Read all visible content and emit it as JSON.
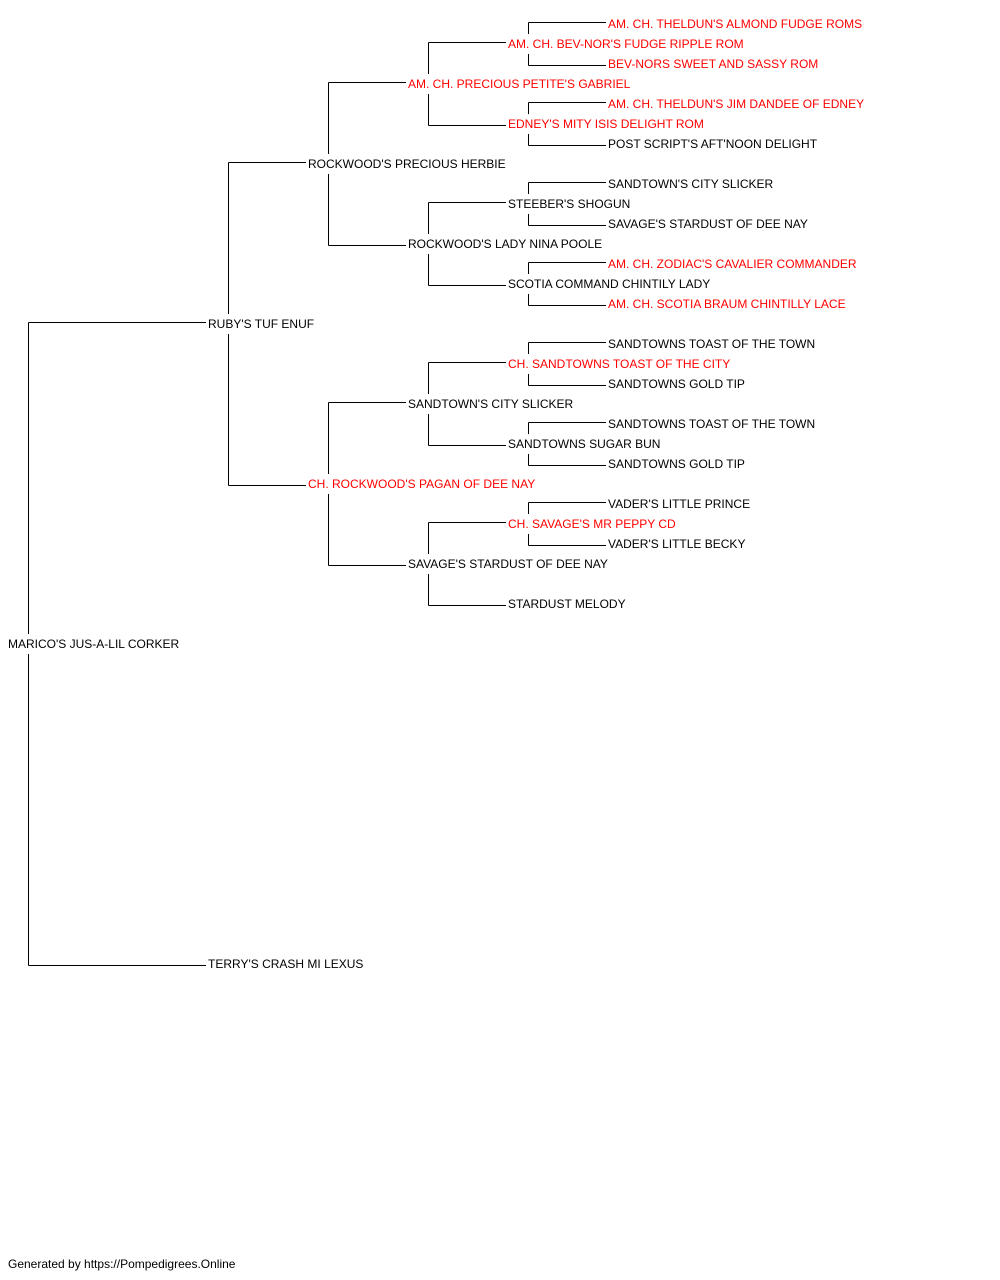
{
  "colors": {
    "normal_text": "#000000",
    "champion_text": "#ff0000",
    "line": "#000000",
    "background": "#ffffff"
  },
  "pedigree": {
    "subject": {
      "name": "MARICO'S JUS-A-LIL CORKER",
      "champion": false
    },
    "sire": {
      "name": "RUBY'S TUF ENUF",
      "champion": false
    },
    "dam": {
      "name": "TERRY'S CRASH MI LEXUS",
      "champion": false
    },
    "sire_sire": {
      "name": "ROCKWOOD'S PRECIOUS HERBIE",
      "champion": false
    },
    "sire_dam": {
      "name": "CH. ROCKWOOD'S PAGAN OF DEE NAY",
      "champion": true
    },
    "sire_sire_sire": {
      "name": "AM. CH. PRECIOUS PETITE'S GABRIEL",
      "champion": true
    },
    "sire_sire_dam": {
      "name": "ROCKWOOD'S LADY NINA POOLE",
      "champion": false
    },
    "sire_dam_sire": {
      "name": "SANDTOWN'S CITY SLICKER",
      "champion": false
    },
    "sire_dam_dam": {
      "name": "SAVAGE'S STARDUST OF DEE NAY",
      "champion": false
    },
    "ssss": {
      "name": "AM. CH. BEV-NOR'S FUDGE RIPPLE ROM",
      "champion": true
    },
    "sssd": {
      "name": "EDNEY'S MITY ISIS DELIGHT ROM",
      "champion": true
    },
    "ssds": {
      "name": "STEEBER'S SHOGUN",
      "champion": false
    },
    "ssdd": {
      "name": "SCOTIA COMMAND CHINTILY LADY",
      "champion": false
    },
    "sdss": {
      "name": "CH. SANDTOWNS TOAST OF THE CITY",
      "champion": true
    },
    "sdsd": {
      "name": "SANDTOWNS SUGAR BUN",
      "champion": false
    },
    "sdds": {
      "name": "CH. SAVAGE'S MR PEPPY CD",
      "champion": true
    },
    "sddd": {
      "name": "STARDUST MELODY",
      "champion": false
    },
    "sssss": {
      "name": "AM. CH. THELDUN'S ALMOND FUDGE ROMS",
      "champion": true
    },
    "ssssd": {
      "name": "BEV-NORS SWEET AND SASSY ROM",
      "champion": true
    },
    "sssds": {
      "name": "AM. CH. THELDUN'S JIM DANDEE OF EDNEY",
      "champion": true
    },
    "sssdd": {
      "name": "POST SCRIPT'S AFT'NOON DELIGHT",
      "champion": false
    },
    "ssdss": {
      "name": "SANDTOWN'S CITY SLICKER",
      "champion": false
    },
    "ssdsd": {
      "name": "SAVAGE'S STARDUST OF DEE NAY",
      "champion": false
    },
    "ssdds": {
      "name": "AM. CH. ZODIAC'S CAVALIER COMMANDER",
      "champion": true
    },
    "ssddd": {
      "name": "AM. CH. SCOTIA BRAUM CHINTILLY LACE",
      "champion": true
    },
    "sdsss": {
      "name": "SANDTOWNS TOAST OF THE TOWN",
      "champion": false
    },
    "sdssd": {
      "name": "SANDTOWNS GOLD TIP",
      "champion": false
    },
    "sdsds": {
      "name": "SANDTOWNS TOAST OF THE TOWN",
      "champion": false
    },
    "sdsdd": {
      "name": "SANDTOWNS GOLD TIP",
      "champion": false
    },
    "sddss": {
      "name": "VADER'S LITTLE PRINCE",
      "champion": false
    },
    "sddsd": {
      "name": "VADER'S LITTLE BECKY",
      "champion": false
    }
  },
  "footer": {
    "text": "Generated by https://Pompedigrees.Online"
  }
}
